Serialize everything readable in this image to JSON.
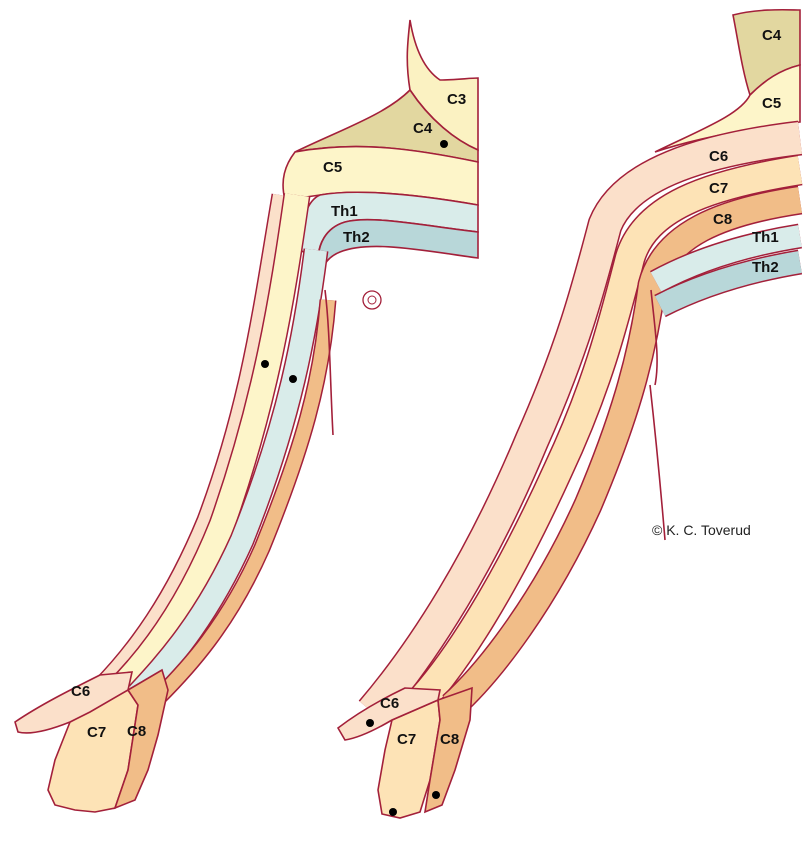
{
  "colors": {
    "outline": "#a3203a",
    "C3": "#fbf2c2",
    "C4": "#e2d7a0",
    "C5": "#fdf5c9",
    "C6": "#fbe0ca",
    "C7": "#fde3b6",
    "C8": "#f1bd88",
    "Th1": "#d9ecea",
    "Th2": "#b8d7d9"
  },
  "left_figure": {
    "labels": {
      "C3": "C3",
      "C4": "C4",
      "C5": "C5",
      "Th1": "Th1",
      "Th2": "Th2",
      "C6": "C6",
      "C7": "C7",
      "C8": "C8"
    }
  },
  "right_figure": {
    "labels": {
      "C4": "C4",
      "C5": "C5",
      "C6": "C6",
      "C7": "C7",
      "C8": "C8",
      "Th1": "Th1",
      "Th2": "Th2",
      "C6_hand": "C6",
      "C7_hand": "C7",
      "C8_hand": "C8"
    }
  },
  "copyright": "© K. C. Toverud"
}
